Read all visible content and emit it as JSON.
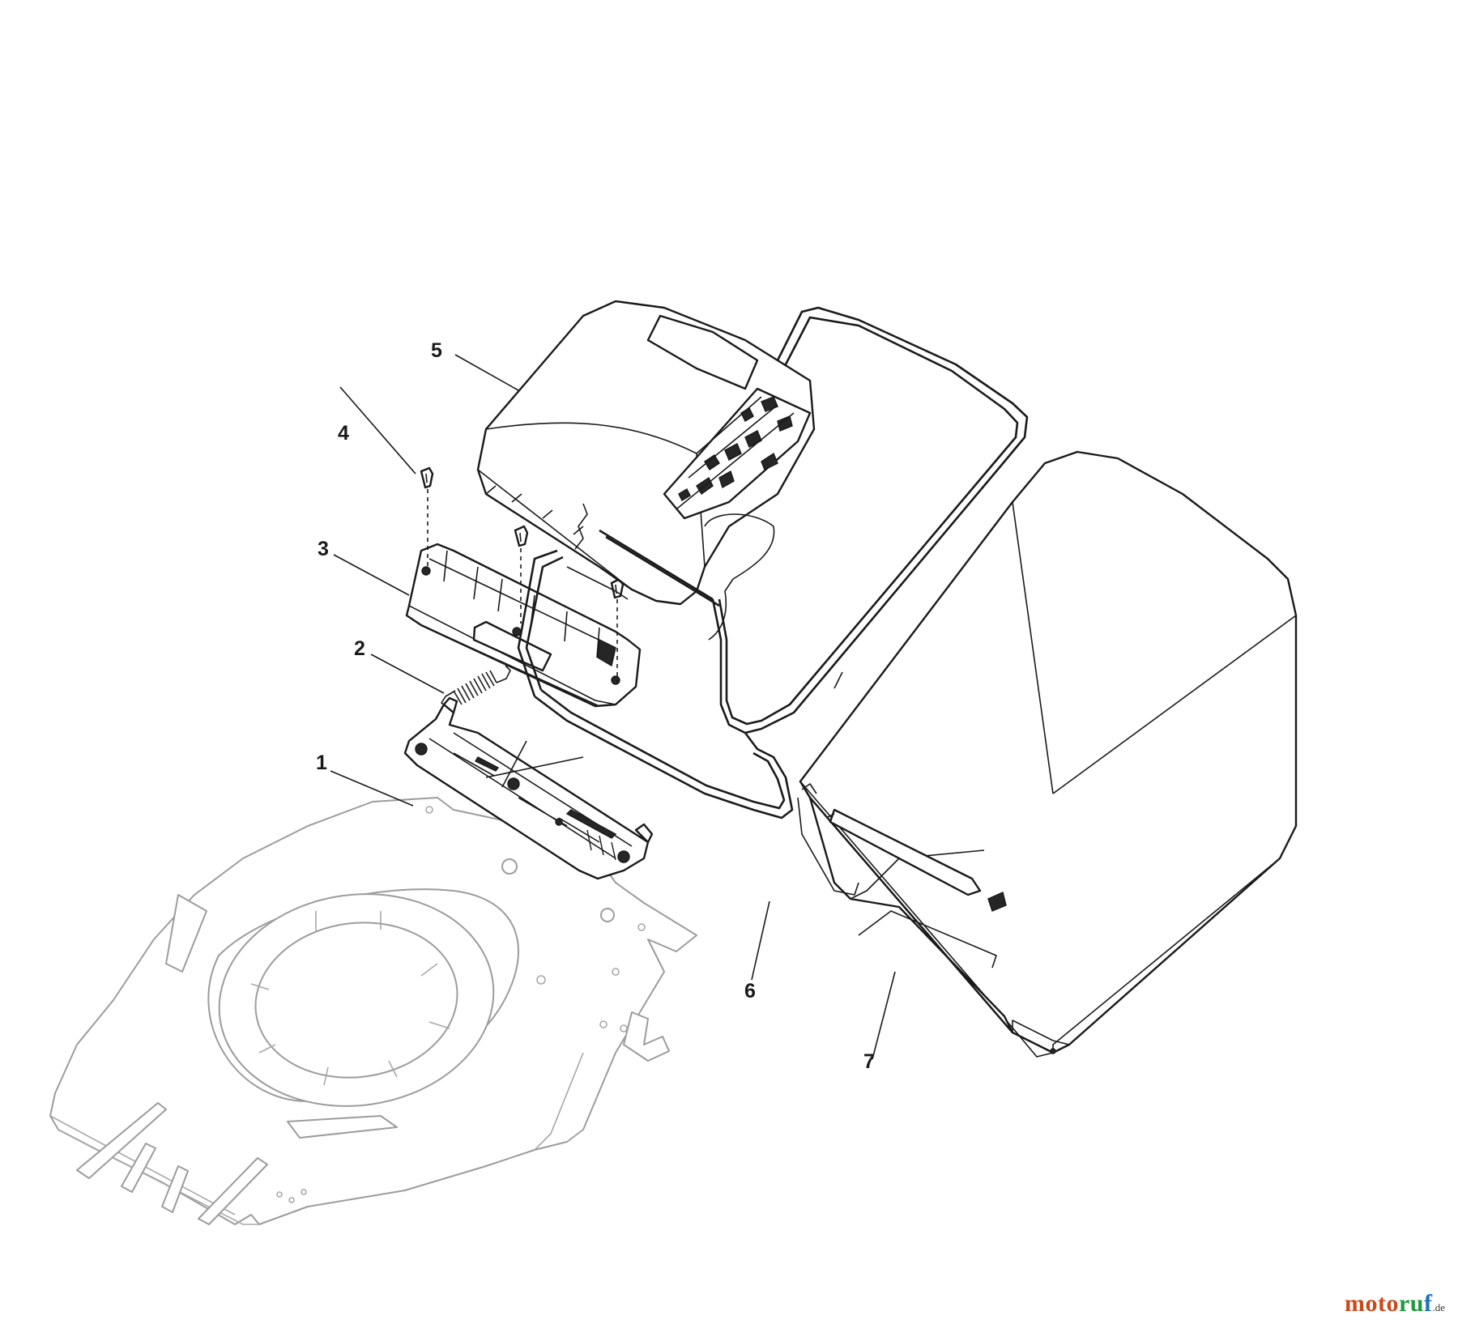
{
  "callouts": [
    {
      "id": "1",
      "label": "1"
    },
    {
      "id": "2",
      "label": "2"
    },
    {
      "id": "3",
      "label": "3"
    },
    {
      "id": "4",
      "label": "4"
    },
    {
      "id": "5",
      "label": "5"
    },
    {
      "id": "6",
      "label": "6"
    },
    {
      "id": "7",
      "label": "7"
    }
  ],
  "watermark": {
    "brand_part1": "moto",
    "brand_part2": "ru",
    "brand_part3": "f",
    "tld": ".de"
  },
  "colors": {
    "line": "#1a1a1a",
    "ghost_line": "#9c9c9c",
    "background": "#ffffff",
    "watermark_red": "#c94a1c",
    "watermark_green": "#1e9a3c",
    "watermark_blue": "#1d6fc4"
  }
}
